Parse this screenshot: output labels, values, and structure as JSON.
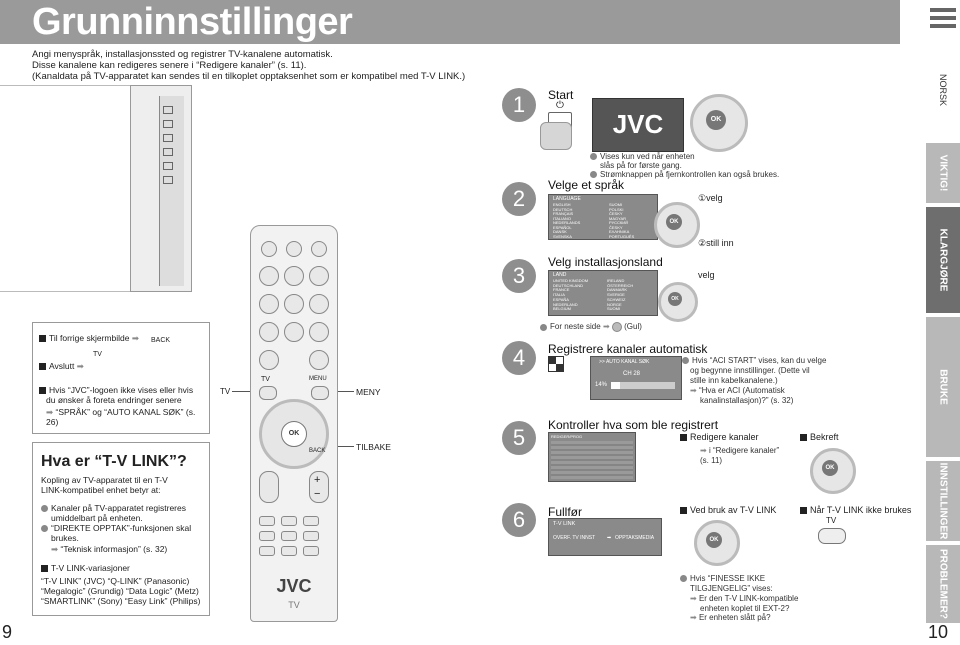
{
  "header": {
    "title": "Grunninnstillinger",
    "intro": [
      "Angi menyspråk, installasjonssted og registrer TV-kanalene automatisk.",
      "Disse kanalene kan redigeres senere i “Redigere kanaler” (s. 11).",
      "(Kanaldata på TV-apparatet kan sendes til en tilkoplet opptaksenhet som er kompatibel med T-V LINK.)"
    ]
  },
  "side_tabs": {
    "lang": "NORSK",
    "items": [
      "VIKTIG!",
      "KLARGJØRE",
      "BRUKE",
      "INNSTILLINGER",
      "PROBLEMER?"
    ]
  },
  "left_box": {
    "line1": "Til forrige skjermbilde",
    "tv_label": "TV",
    "back_label": "BACK",
    "line2": "Avslutt",
    "line3a": "Hvis “JVC”-logoen ikke vises eller hvis",
    "line3b": "du ønsker å foreta endringer senere",
    "line4": "“SPRÅK” og “AUTO KANAL SØK” (s. 26)"
  },
  "tvlink_box": {
    "title": "Hva er “T-V LINK”?",
    "p1": "Kopling av TV-apparatet til en T-V",
    "p2": "LINK-kompatibel enhet betyr at:",
    "b1a": "Kanaler på TV-apparatet registreres",
    "b1b": "umiddelbart på enheten.",
    "b2a": "“DIREKTE OPPTAK”-funksjonen skal",
    "b2b": "brukes.",
    "b3": "“Teknisk informasjon” (s. 32)",
    "variants_title": "T-V LINK-variasjoner",
    "v1": "“T-V LINK” (JVC) “Q-LINK” (Panasonic)",
    "v2": "“Megalogic” (Grundig) “Data Logic” (Metz)",
    "v3": "“SMARTLINK” (Sony) “Easy Link” (Philips)"
  },
  "remote": {
    "tv_callout": "TV",
    "tv_key": "TV",
    "menu_key": "MENU",
    "back_key": "BACK",
    "ok_key": "OK",
    "menu_callout": "MENY",
    "back_callout": "TILBAKE",
    "brand": "JVC",
    "brand_sub": "TV",
    "plus": "+",
    "minus": "−"
  },
  "steps": {
    "s1": {
      "num": "1",
      "title": "Start",
      "note1": "Vises kun ved når enheten",
      "note1b": "slås på for første gang.",
      "note2": "Strømknappen på fjernkontrollen kan også brukes.",
      "logo": "JVC"
    },
    "s2": {
      "num": "2",
      "title": "Velge et språk",
      "c1": "①velg",
      "c2": "②still inn",
      "menu_header": "LANGUAGE",
      "col1": [
        "ENGLISH",
        "DEUTSCH",
        "FRANÇAIS",
        "ITALIANO",
        "NEDERLANDS",
        "ESPAÑOL",
        "DANSK",
        "SVENSKA"
      ],
      "col2": [
        "SUOMI",
        "POLSKI",
        "ČESKY",
        "MAGYAR",
        "РУССКИЙ",
        "ČESKY",
        "EΛΛHNIKA",
        "PORTUGUÊS"
      ]
    },
    "s3": {
      "num": "3",
      "title": "Velg installasjonsland",
      "c1": "velg",
      "note": "For neste side",
      "note_color": "(Gul)",
      "menu_header": "LAND",
      "col1": [
        "UNITED KINGDOM",
        "DEUTSCHLAND",
        "FRANCE",
        "ITALIA",
        "ESPAÑA",
        "NEDERLAND",
        "BELGIUM"
      ],
      "col2": [
        "IRELAND",
        "ÖSTERREICH",
        "DANMARK",
        "SVERIGE",
        "SCHWEIZ",
        "NORGE",
        "SUOMI"
      ]
    },
    "s4": {
      "num": "4",
      "title": "Registrere kanaler automatisk",
      "screen_label": ">> AUTO KANAL SØK",
      "ch": "CH 28",
      "percent": "14%",
      "progress": 0.14,
      "note1": "Hvis “ACI START” vises, kan du velge",
      "note1b": "og begynne innstillinger. (Dette vil",
      "note1c": "stille inn kabelkanalene.)",
      "note2": "“Hva er ACI (Automatisk",
      "note2b": "kanalinstallasjon)?” (s. 32)"
    },
    "s5": {
      "num": "5",
      "title": "Kontroller hva som ble registrert",
      "screen_label": "REDIGER/PROG",
      "edit_title": "Redigere kanaler",
      "edit_note": "i “Redigere kanaler”",
      "edit_page": "(s. 11)",
      "confirm_title": "Bekreft",
      "ok": "OK"
    },
    "s6": {
      "num": "6",
      "title": "Fullfør",
      "screen_l1": "T-V LINK",
      "screen_l2": "OVERF. TV INNST",
      "screen_l3": "OPPTAKSMEDIA",
      "tvlink_title": "Ved bruk av T-V LINK",
      "no_tvlink_title": "Når T-V LINK ikke brukes",
      "no_tvlink_key": "TV",
      "finesse1": "Hvis “FINESSE IKKE",
      "finesse2": "TILGJENGELIG” vises:",
      "finesse3": "Er den T-V LINK-kompatible",
      "finesse4": "enheten koplet til EXT-2?",
      "finesse5": "Er enheten slått på?"
    }
  },
  "page_numbers": {
    "left": "9",
    "right": "10"
  }
}
